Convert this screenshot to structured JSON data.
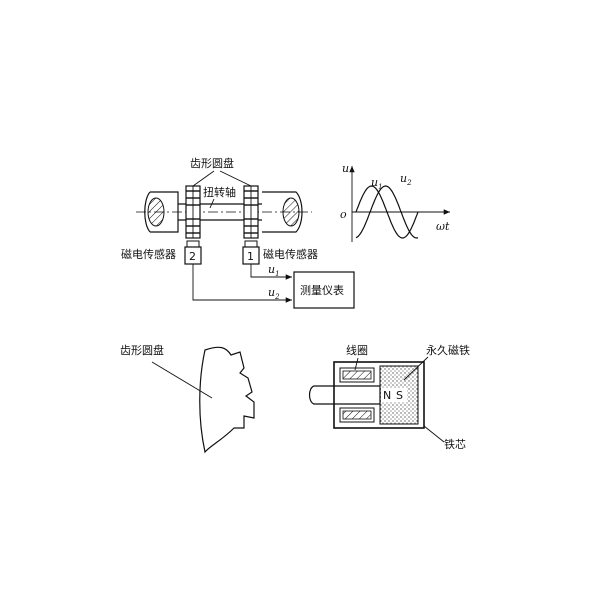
{
  "top": {
    "disc_label": "齿形圆盘",
    "shaft_label": "扭转轴",
    "sensor_left_label": "磁电传感器",
    "sensor_right_label": "磁电传感器",
    "sensor_left_num": "2",
    "sensor_right_num": "1",
    "signal_u1": "u",
    "signal_u1_sub": "1",
    "signal_u2": "u",
    "signal_u2_sub": "2",
    "meter_label": "测量仪表"
  },
  "waveform": {
    "axis_u": "u",
    "axis_wt": "ωt",
    "origin": "o",
    "curve_u1": "u",
    "curve_u1_sub": "1",
    "curve_u2": "u",
    "curve_u2_sub": "2"
  },
  "bottom_left": {
    "disc_label": "齿形圆盘"
  },
  "bottom_right": {
    "coil_label": "线圈",
    "magnet_label": "永久磁铁",
    "core_label": "铁芯",
    "pole_n": "N",
    "pole_s": "S"
  }
}
